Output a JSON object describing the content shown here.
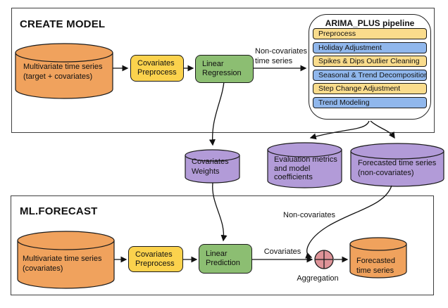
{
  "colors": {
    "orange": "#F0A25D",
    "purple": "#B29BD8",
    "gold": "#FBD24D",
    "green": "#8CBE72",
    "step_yellow": "#FADC8C",
    "step_blue": "#90B7EC",
    "pink": "#DE9398"
  },
  "create_model": {
    "title": "CREATE MODEL",
    "source_db": {
      "line1": "Multivariate time series",
      "line2": "(target + covariates)"
    },
    "covariates_preprocess": {
      "line1": "Covariates",
      "line2": "Preprocess"
    },
    "linear_regression": {
      "line1": "Linear",
      "line2": "Regression"
    },
    "edge_label": {
      "line1": "Non-covariates",
      "line2": "time series"
    },
    "pipeline": {
      "title": "ARIMA_PLUS pipeline",
      "steps": [
        {
          "label": "Preprocess",
          "color": "#FADC8C"
        },
        {
          "label": "Holiday Adjustment",
          "color": "#90B7EC"
        },
        {
          "label": "Spikes & Dips Outlier Cleaning",
          "color": "#FADC8C"
        },
        {
          "label": "Seasonal & Trend Decomposition",
          "color": "#90B7EC"
        },
        {
          "label": "Step Change Adjustment",
          "color": "#FADC8C"
        },
        {
          "label": "Trend Modeling",
          "color": "#90B7EC"
        }
      ]
    }
  },
  "artifacts": {
    "covariates_weights": {
      "line1": "Covariates",
      "line2": "Weights"
    },
    "evaluation_metrics": {
      "line1": "Evaluation metrics",
      "line2": "and model",
      "line3": "coefficients"
    },
    "forecast_noncovariates": {
      "line1": "Forecasted time series",
      "line2": "(non-covariates)"
    }
  },
  "ml_forecast": {
    "title": "ML.FORECAST",
    "source_db": {
      "line1": "Multivariate time series",
      "line2": "(covariates)"
    },
    "covariates_preprocess": {
      "line1": "Covariates",
      "line2": "Preprocess"
    },
    "linear_prediction": {
      "line1": "Linear",
      "line2": "Prediction"
    },
    "covariates_edge_label": "Covariates",
    "noncovariates_edge_label": "Non-covariates",
    "aggregation_label": "Aggregation",
    "output_db": {
      "line1": "Forecasted",
      "line2": "time series"
    }
  }
}
